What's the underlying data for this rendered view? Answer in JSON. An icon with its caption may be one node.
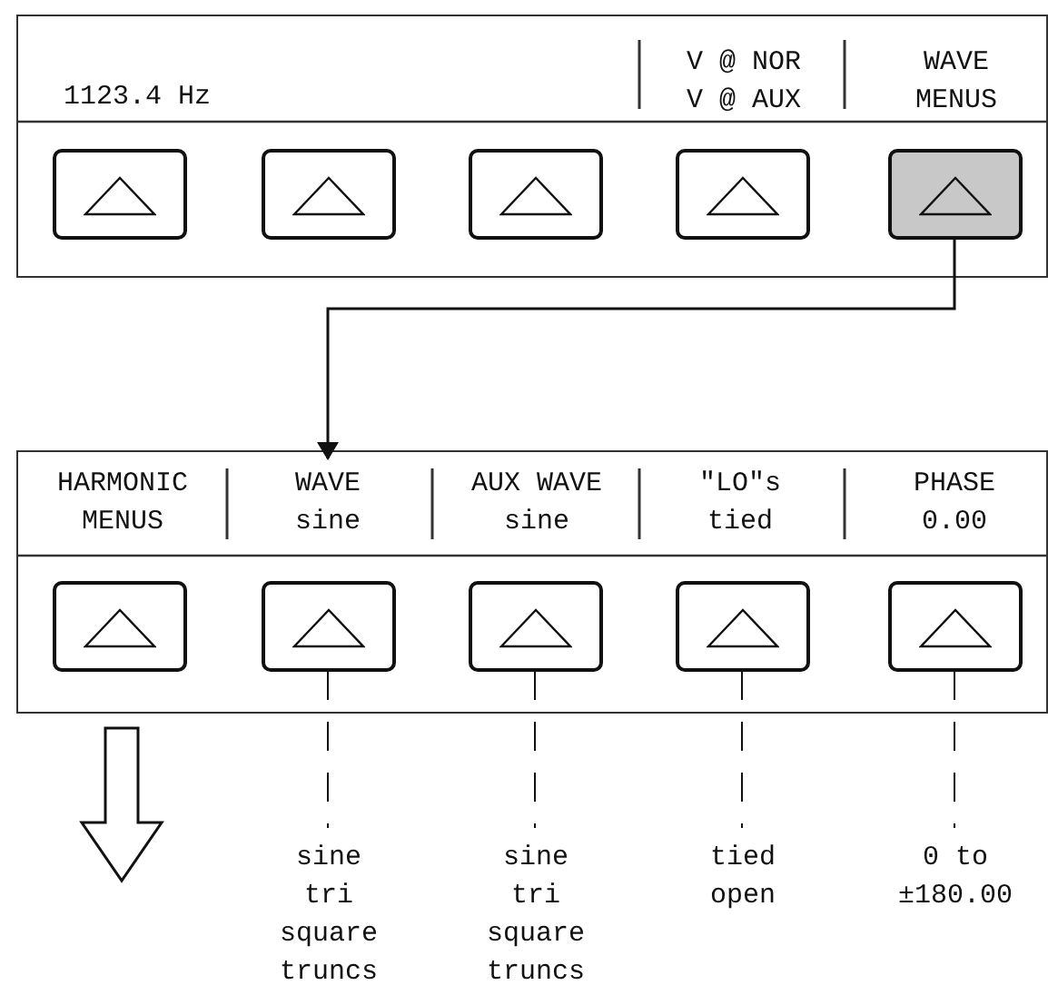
{
  "diagram": {
    "nodes": [
      {
        "text": [],
        "shape": "box"
      },
      {
        "text": [
          "1123.4 Hz"
        ],
        "in": 0
      },
      {
        "text": [
          "V @ NOR",
          "V @ AUX"
        ],
        "in": 0
      },
      {
        "text": [
          "WAVE MENUS"
        ],
        "in": 0
      },
      {
        "text": [],
        "shape": "box",
        "in": 0
      },
      {
        "text": [],
        "shape": "box",
        "in": 0
      },
      {
        "text": [],
        "shape": "box",
        "in": 0
      },
      {
        "text": [],
        "shape": "box",
        "in": 0
      },
      {
        "text": [],
        "shape": "box",
        "in": 0
      },
      {
        "text": [],
        "shape": "box"
      },
      {
        "text": [
          "HARMONIC MENUS"
        ],
        "in": 9
      },
      {
        "text": [
          "WAVE",
          "sine"
        ],
        "in": 9
      },
      {
        "text": [
          "AUX WAVE",
          "sine"
        ],
        "in": 9
      },
      {
        "text": [
          "\"LO\"s",
          "tied"
        ],
        "in": 9
      },
      {
        "text": [
          "PHASE",
          "0.00"
        ],
        "in": 9
      },
      {
        "text": [],
        "shape": "box",
        "in": 9
      },
      {
        "text": [],
        "shape": "box",
        "in": 9
      },
      {
        "text": [],
        "shape": "box",
        "in": 9
      },
      {
        "text": [],
        "shape": "box",
        "in": 9
      },
      {
        "text": [],
        "shape": "box",
        "in": 9
      },
      {
        "text": [
          "sine tri square truncs"
        ]
      },
      {
        "text": [
          "sine tri square truncs"
        ]
      },
      {
        "text": [
          "tied open"
        ]
      },
      {
        "text": [
          "0 to ±180.00"
        ]
      }
    ],
    "edges": [
      {
        "from": 8,
        "to": 11,
        "arrow": "to"
      },
      {
        "from": 16,
        "to": 20,
        "arrow": "none",
        "style": "dashed"
      },
      {
        "from": 17,
        "to": 21,
        "arrow": "none",
        "style": "dashed"
      },
      {
        "from": 18,
        "to": 22,
        "arrow": "none",
        "style": "dashed"
      },
      {
        "from": 19,
        "to": 23,
        "arrow": "none",
        "style": "dashed"
      },
      {
        "from": 9,
        "to": null,
        "arrow": "to",
        "style": "thick"
      }
    ]
  }
}
